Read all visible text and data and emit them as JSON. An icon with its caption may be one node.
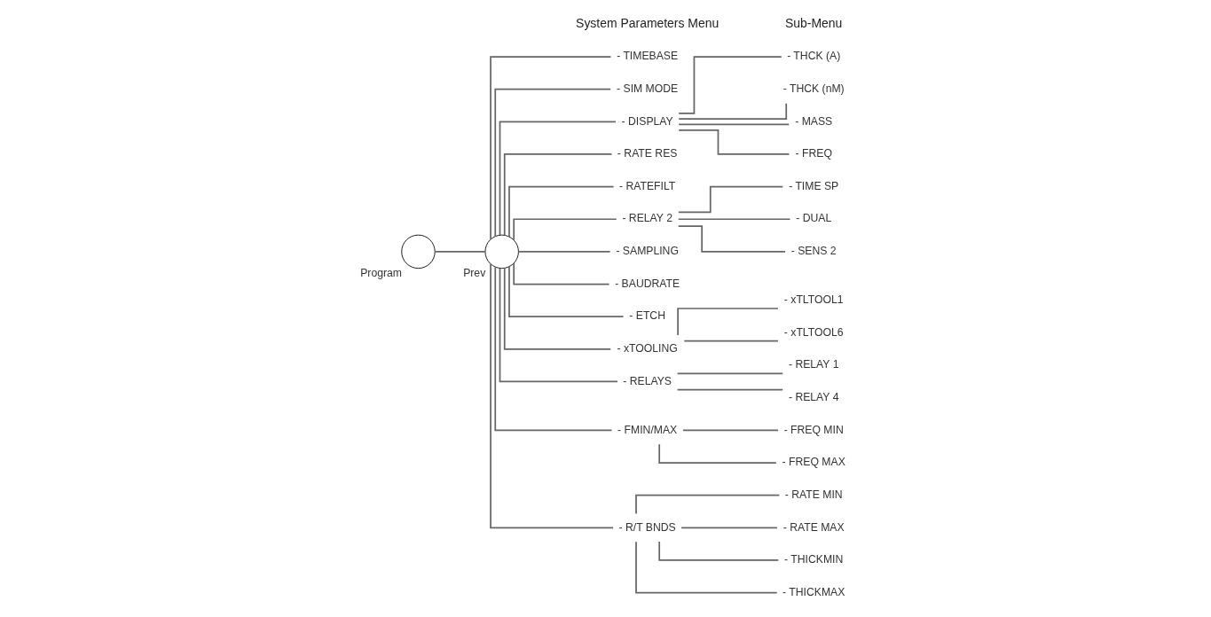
{
  "diagram": {
    "nodes": [
      {
        "text": [],
        "shape": "circle",
        "beside": [
          "Program"
        ]
      },
      {
        "text": [],
        "shape": "circle",
        "beside": [
          "Prev"
        ]
      },
      {
        "text": [
          "- TIMEBASE"
        ]
      },
      {
        "text": [
          "- SIM MODE"
        ]
      },
      {
        "text": [
          "- DISPLAY"
        ]
      },
      {
        "text": [
          "- RATE RES"
        ]
      },
      {
        "text": [
          "- RATEFILT"
        ]
      },
      {
        "text": [
          "- RELAY 2"
        ]
      },
      {
        "text": [
          "- SAMPLING"
        ]
      },
      {
        "text": [
          "- BAUDRATE"
        ]
      },
      {
        "text": [
          "- ETCH"
        ]
      },
      {
        "text": [
          "- xTOOLING"
        ]
      },
      {
        "text": [
          "- RELAYS"
        ]
      },
      {
        "text": [
          "- FMIN/MAX"
        ]
      },
      {
        "text": [
          "- R/T BNDS"
        ]
      },
      {
        "text": [
          "- THCK (A)"
        ]
      },
      {
        "text": [
          "- THCK (nM)"
        ]
      },
      {
        "text": [
          "- MASS"
        ]
      },
      {
        "text": [
          "- FREQ"
        ]
      },
      {
        "text": [
          "- xTLTOOL1"
        ]
      },
      {
        "text": [
          "- xTLTOOL6"
        ]
      },
      {
        "text": [
          "- TIME SP"
        ]
      },
      {
        "text": [
          "- DUAL"
        ]
      },
      {
        "text": [
          "- SENS 2"
        ]
      },
      {
        "text": [
          "- RELAY 1"
        ]
      },
      {
        "text": [
          "- RELAY 4"
        ]
      },
      {
        "text": [
          "- FREQ MIN"
        ]
      },
      {
        "text": [
          "- FREQ MAX"
        ]
      },
      {
        "text": [
          "- RATE MIN"
        ]
      },
      {
        "text": [
          "- RATE MAX"
        ]
      },
      {
        "text": [
          "- THICKMIN"
        ]
      },
      {
        "text": [
          "- THICKMAX"
        ]
      }
    ],
    "edges": [
      {
        "from": 0,
        "to": 1,
        "arrow": "none"
      },
      {
        "from": 1,
        "to": 2,
        "arrow": "none"
      },
      {
        "from": 1,
        "to": 3,
        "arrow": "none"
      },
      {
        "from": 1,
        "to": 4,
        "arrow": "none"
      },
      {
        "from": 1,
        "to": 5,
        "arrow": "none"
      },
      {
        "from": 1,
        "to": 6,
        "arrow": "none"
      },
      {
        "from": 1,
        "to": 7,
        "arrow": "none"
      },
      {
        "from": 1,
        "to": 8,
        "arrow": "none"
      },
      {
        "from": 1,
        "to": 9,
        "arrow": "none"
      },
      {
        "from": 1,
        "to": 10,
        "arrow": "none"
      },
      {
        "from": 1,
        "to": 11,
        "arrow": "none"
      },
      {
        "from": 1,
        "to": 12,
        "arrow": "none"
      },
      {
        "from": 1,
        "to": 13,
        "arrow": "none"
      },
      {
        "from": 1,
        "to": 14,
        "arrow": "none"
      },
      {
        "from": 4,
        "to": 15,
        "arrow": "none"
      },
      {
        "from": 4,
        "to": 16,
        "arrow": "none"
      },
      {
        "from": 4,
        "to": 17,
        "arrow": "none"
      },
      {
        "from": 4,
        "to": 18,
        "arrow": "none"
      },
      {
        "from": 11,
        "to": 19,
        "arrow": "none"
      },
      {
        "from": 11,
        "to": 20,
        "arrow": "none"
      },
      {
        "from": 7,
        "to": 21,
        "arrow": "none"
      },
      {
        "from": 7,
        "to": 22,
        "arrow": "none"
      },
      {
        "from": 7,
        "to": 23,
        "arrow": "none"
      },
      {
        "from": 12,
        "to": 24,
        "arrow": "none"
      },
      {
        "from": 12,
        "to": 25,
        "arrow": "none"
      },
      {
        "from": 13,
        "to": 26,
        "arrow": "none"
      },
      {
        "from": 13,
        "to": 27,
        "arrow": "none"
      },
      {
        "from": 14,
        "to": 28,
        "arrow": "none"
      },
      {
        "from": 14,
        "to": 29,
        "arrow": "none"
      },
      {
        "from": 14,
        "to": 30,
        "arrow": "none"
      },
      {
        "from": 14,
        "to": 31,
        "arrow": "none"
      }
    ],
    "labels": [
      "System Parameters Menu",
      "Sub-Menu"
    ]
  }
}
